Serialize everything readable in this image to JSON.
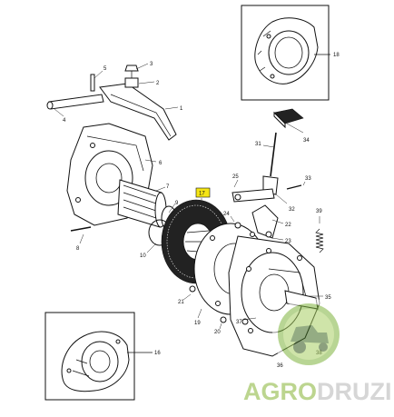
{
  "diagram": {
    "callouts": [
      "1",
      "2",
      "3",
      "4",
      "5",
      "6",
      "7",
      "8",
      "9",
      "10",
      "16",
      "17",
      "18",
      "19",
      "20",
      "21",
      "22",
      "23",
      "24",
      "25",
      "31",
      "32",
      "33",
      "34",
      "35",
      "36",
      "37",
      "38",
      "39"
    ],
    "highlighted_callout": "17"
  },
  "watermark": {
    "part1": "AGRO",
    "part2": "DRUZI"
  },
  "colors": {
    "highlight": "#f5e514",
    "watermark_green": "#bcd58f",
    "watermark_gray": "#d6d6d6",
    "badge_green": "#7fb33d"
  }
}
